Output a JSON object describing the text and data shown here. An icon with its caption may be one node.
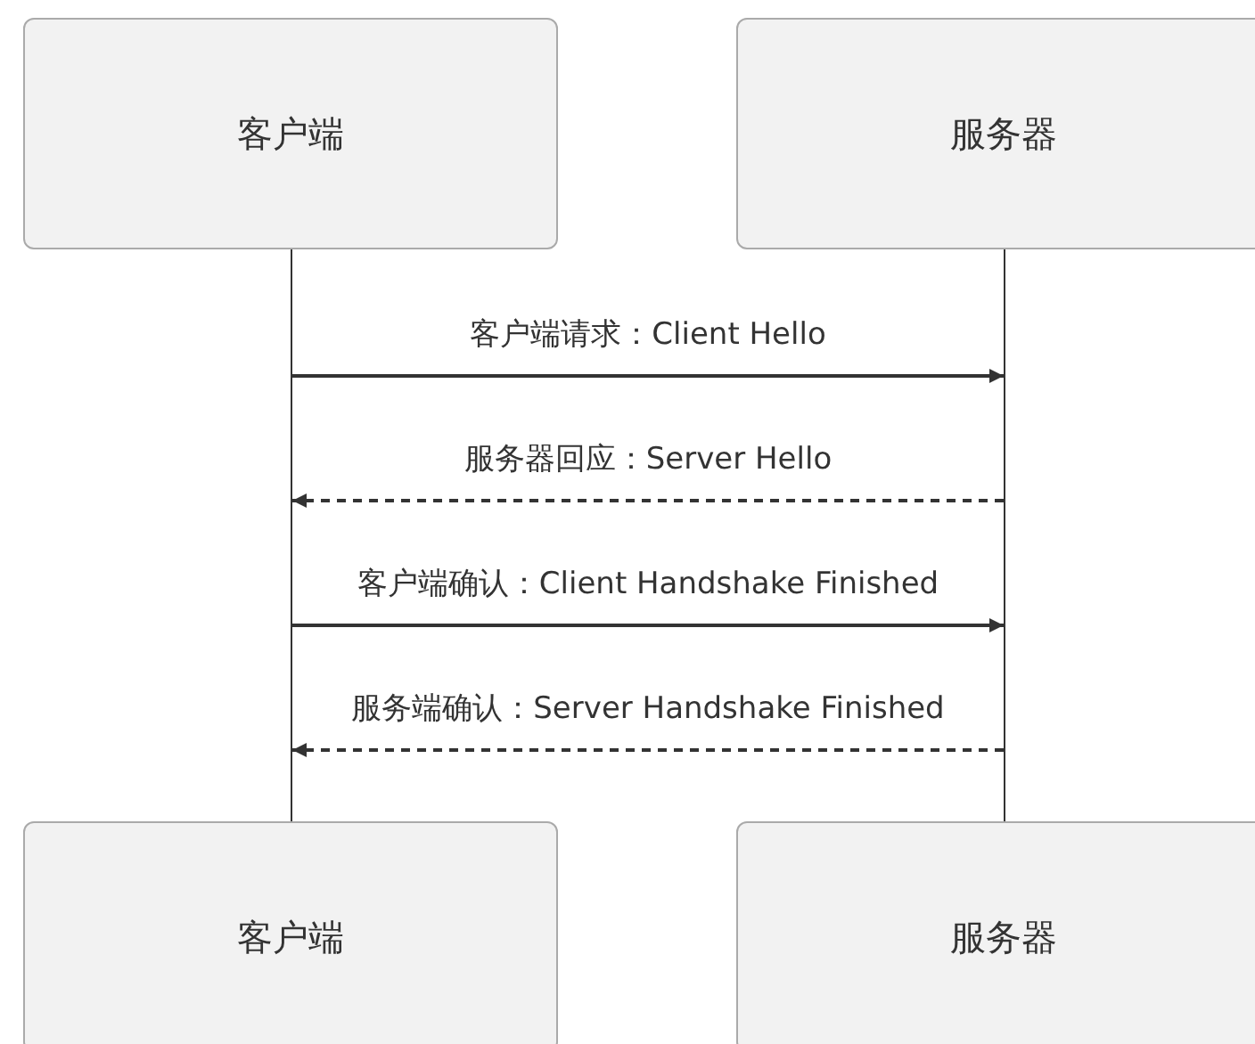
{
  "diagram": {
    "nodes": [
      {
        "text": [
          "客户端"
        ]
      },
      {
        "text": [
          "服务器"
        ]
      },
      {
        "text": [],
        "shape": "line"
      },
      {
        "text": [],
        "shape": "line"
      },
      {
        "text": [
          "客户端"
        ]
      },
      {
        "text": [
          "服务器"
        ]
      }
    ],
    "edges": [
      {
        "from": 2,
        "to": 3,
        "arrow": "to",
        "label": "客户端请求：Client Hello"
      },
      {
        "from": 3,
        "to": 2,
        "arrow": "to",
        "label": "服务器回应：Server Hello",
        "style": "dashed"
      },
      {
        "from": 2,
        "to": 3,
        "arrow": "to",
        "label": "客户端确认：Client Handshake Finished"
      },
      {
        "from": 3,
        "to": 2,
        "arrow": "to",
        "label": "服务端确认：Server Handshake Finished",
        "style": "dashed"
      }
    ]
  }
}
